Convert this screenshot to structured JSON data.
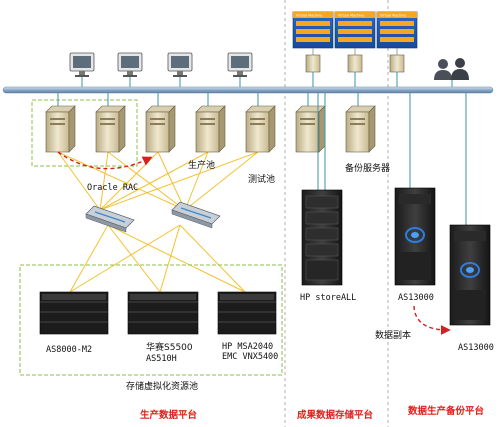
{
  "pools": {
    "oracle_rac": "Oracle RAC",
    "production": "生产池",
    "test": "测试池",
    "backup_server": "备份服务器",
    "storage_virtual": "存储虚拟化资源池"
  },
  "storage": {
    "as8000": "AS8000-M2",
    "huasai_line1": "华赛S5500",
    "huasai_line2": "AS510H",
    "hp_line1": "HP MSA2040",
    "hp_line2": "EMC VNX5400",
    "storeall": "HP storeALL",
    "as13000_a": "AS13000",
    "as13000_b": "AS13000"
  },
  "replication": "数据副本",
  "platforms": {
    "production": "生产数据平台",
    "result_storage": "成果数据存储平台",
    "backup": "数据生产备份平台"
  },
  "vm": {
    "label": "Virtual Machine"
  },
  "colors": {
    "platform_label": "#e0201a",
    "pool_dash": "#8ac24a",
    "network_bus": "#8aa9c8",
    "link_yellow": "#f2c230",
    "link_teal": "#3a96a8",
    "replication_arrow": "#d42020"
  }
}
